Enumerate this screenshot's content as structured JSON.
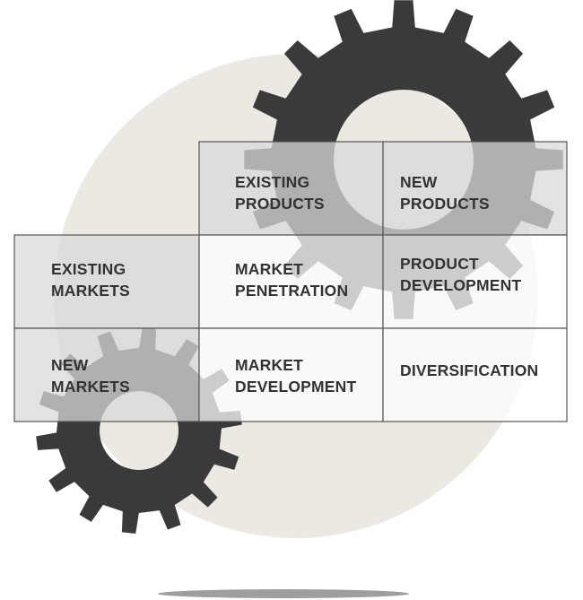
{
  "colors": {
    "background": "#ffffff",
    "backdrop_circle": "#ebe9e2",
    "gear": "#3a3a3a",
    "grid_line": "#555555",
    "header_cell_fill": "#d9d9d9",
    "body_cell_fill": "#ffffff",
    "text": "#333333",
    "shadow": "#9e9e9e"
  },
  "icons": {
    "large_gear": "gear-icon",
    "small_gear": "gear-icon"
  },
  "matrix": {
    "column_headers": [
      {
        "line1": "EXISTING",
        "line2": "PRODUCTS"
      },
      {
        "line1": "NEW",
        "line2": "PRODUCTS"
      }
    ],
    "row_headers": [
      {
        "line1": "EXISTING",
        "line2": "MARKETS"
      },
      {
        "line1": "NEW",
        "line2": "MARKETS"
      }
    ],
    "cells": [
      {
        "line1": "MARKET",
        "line2": "PENETRATION"
      },
      {
        "line1": "PRODUCT",
        "line2": "DEVELOPMENT"
      },
      {
        "line1": "MARKET",
        "line2": "DEVELOPMENT"
      },
      {
        "line1": "DIVERSIFICATION",
        "line2": ""
      }
    ]
  }
}
